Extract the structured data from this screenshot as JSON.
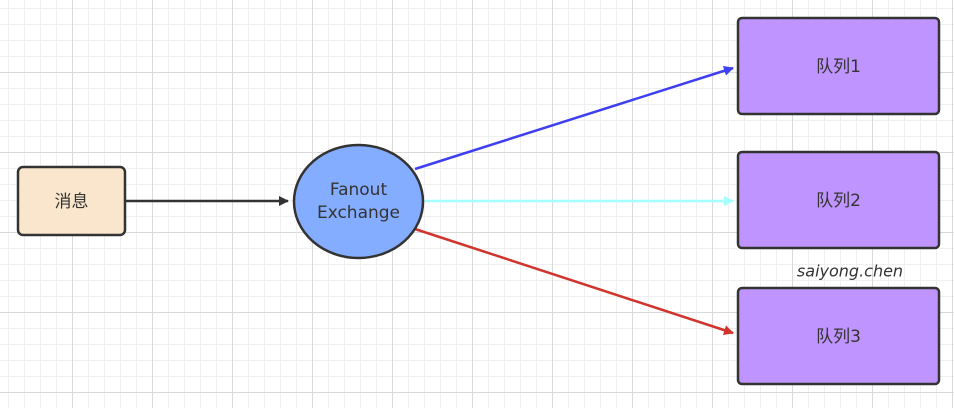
{
  "nodes": {
    "message": {
      "label": "消息",
      "fill": "#f9e6cd",
      "stroke": "#333333"
    },
    "exchange": {
      "line1": "Fanout",
      "line2": "Exchange",
      "fill": "#85adff",
      "stroke": "#333333"
    },
    "queue1": {
      "label": "队列1",
      "fill": "#bf94ff",
      "stroke": "#333333"
    },
    "queue2": {
      "label": "队列2",
      "fill": "#bf94ff",
      "stroke": "#333333"
    },
    "queue3": {
      "label": "队列3",
      "fill": "#bf94ff",
      "stroke": "#333333"
    }
  },
  "edges": {
    "to_exchange": {
      "color": "#333333"
    },
    "to_queue1": {
      "color": "#3f3ff2"
    },
    "to_queue2": {
      "color": "#a6ffff"
    },
    "to_queue3": {
      "color": "#d0342c"
    }
  },
  "watermark": "saiyong.chen"
}
